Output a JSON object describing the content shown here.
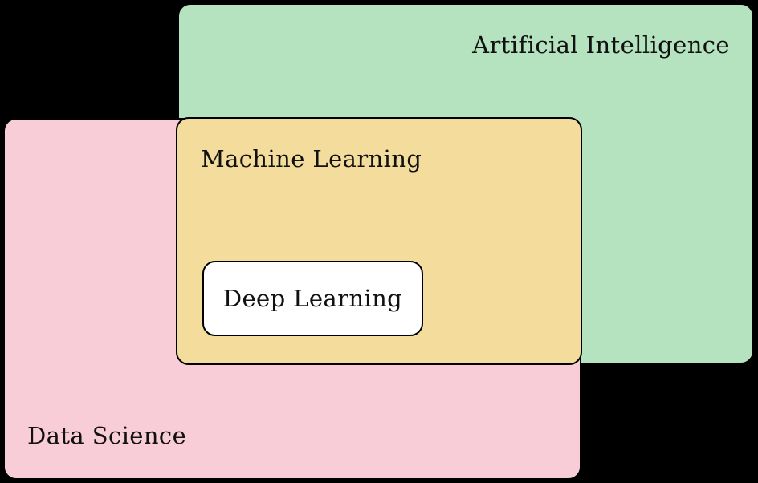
{
  "diagram": {
    "type": "nested-venn-hierarchy",
    "background_color": "#000000",
    "title_text": "",
    "regions": [
      {
        "id": "artificial-intelligence",
        "label": "Artificial Intelligence",
        "fill_color": "#b5e3bf",
        "border_color": "#000000",
        "label_position": "top-right"
      },
      {
        "id": "data-science",
        "label": "Data Science",
        "fill_color": "#f8cdd7",
        "border_color": "#000000",
        "label_position": "bottom-left"
      },
      {
        "id": "machine-learning",
        "label": "Machine Learning",
        "fill_color": "#f3dc9c",
        "border_color": "#000000",
        "label_position": "top-left"
      },
      {
        "id": "deep-learning",
        "label": "Deep Learning",
        "fill_color": "#ffffff",
        "border_color": "#000000",
        "label_position": "center"
      }
    ]
  }
}
